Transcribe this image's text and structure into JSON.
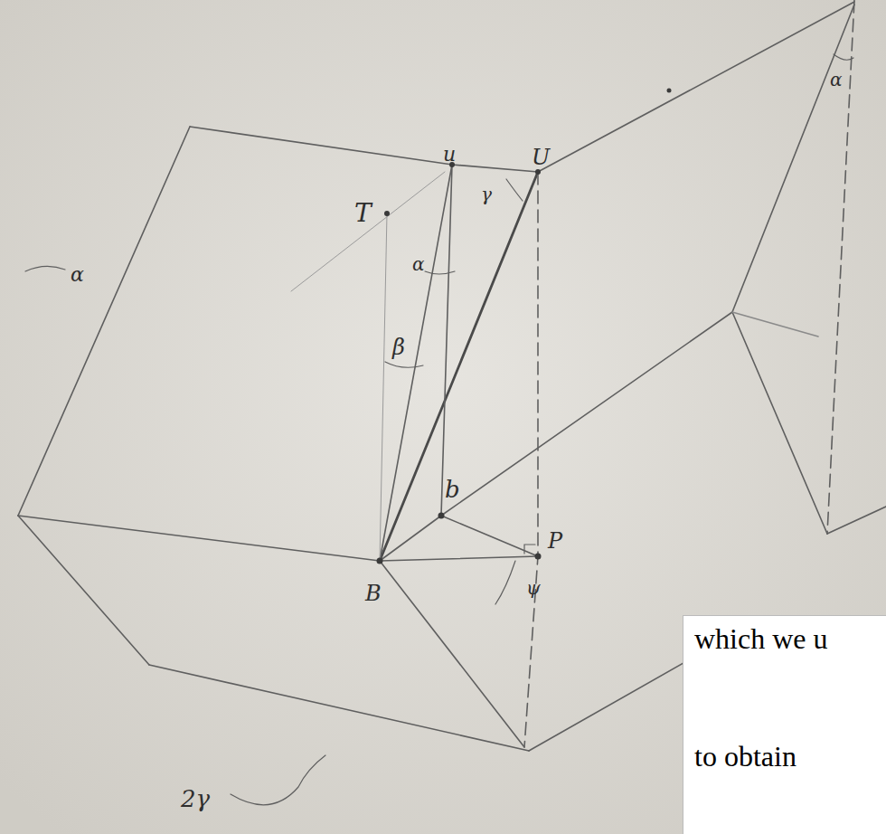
{
  "diagram": {
    "labels": [
      "T",
      "u",
      "U",
      "α",
      "α",
      "γ",
      "β",
      "b",
      "P",
      "B",
      "ψ",
      "2γ",
      "α",
      "which we u",
      "to obtain"
    ]
  }
}
